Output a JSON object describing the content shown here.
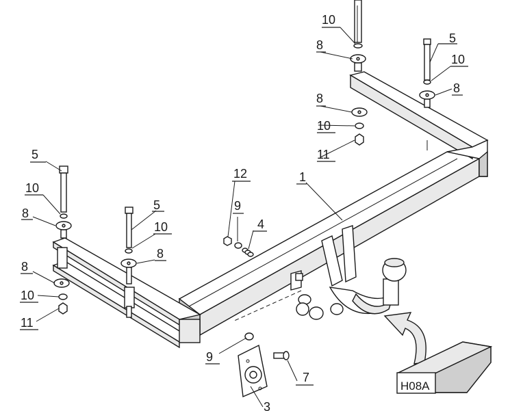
{
  "callouts": {
    "c10_top": "10",
    "c8_top": "8",
    "c5_right": "5",
    "c10_right": "10",
    "c8_right": "8",
    "c8_mid": "8",
    "c10_mid": "10",
    "c11_mid": "11",
    "c1": "1",
    "c12": "12",
    "c9_center": "9",
    "c4": "4",
    "c5_left": "5",
    "c10_left": "10",
    "c8_left_top": "8",
    "c5_inner": "5",
    "c10_inner": "10",
    "c8_inner": "8",
    "c8_left_bottom": "8",
    "c10_left_bottom": "10",
    "c11_left": "11",
    "c9_bottom": "9",
    "c7": "7",
    "c3": "3"
  },
  "model_box": {
    "label": "H08A"
  },
  "colors": {
    "line": "#1a1a1a",
    "light_fill": "#e9e9e9",
    "dark_fill": "#cfcfcf",
    "background": "#ffffff"
  },
  "icons": {
    "arrow": "curved-arrow-icon"
  }
}
